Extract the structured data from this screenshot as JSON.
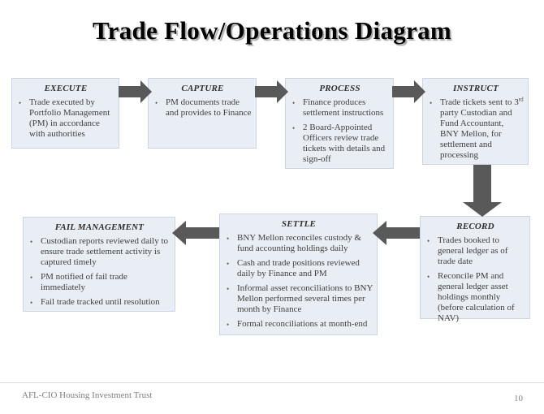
{
  "title": "Trade Flow/Operations Diagram",
  "bullet_char": "•",
  "boxes": [
    {
      "header": "EXECUTE",
      "bullets": [
        "Trade executed by Portfolio Management (PM) in accordance with authorities"
      ]
    },
    {
      "header": "CAPTURE",
      "bullets": [
        "PM documents trade and provides to Finance"
      ]
    },
    {
      "header": "PROCESS",
      "bullets": [
        "Finance produces settlement instructions",
        "2 Board-Appointed Officers review trade tickets with details and sign-off"
      ]
    },
    {
      "header": "INSTRUCT",
      "bullets": [
        {
          "pre": "Trade tickets sent to 3",
          "sup": "rd",
          "post": " party Custodian and Fund Accountant, BNY Mellon, for settlement and processing"
        }
      ]
    },
    {
      "header": "RECORD",
      "bullets": [
        "Trades booked to general ledger as of trade date",
        "Reconcile PM and general ledger asset holdings monthly (before calculation of NAV)"
      ]
    },
    {
      "header": "SETTLE",
      "bullets": [
        "BNY Mellon reconciles custody & fund accounting holdings daily",
        "Cash and trade positions reviewed daily by Finance and PM",
        "Informal asset reconciliations to BNY Mellon performed several times per month by Finance",
        "Formal reconciliations at month-end"
      ]
    },
    {
      "header": "FAIL MANAGEMENT",
      "bullets": [
        "Custodian reports reviewed daily to ensure trade settlement activity is captured timely",
        "PM notified of fail trade immediately",
        "Fail trade tracked until resolution"
      ]
    }
  ],
  "flow_arrows": [
    "EXECUTE to CAPTURE",
    "CAPTURE to PROCESS",
    "PROCESS to INSTRUCT",
    "INSTRUCT down to RECORD",
    "RECORD to SETTLE",
    "SETTLE to FAIL MANAGEMENT"
  ],
  "footer": {
    "left": "AFL-CIO Housing Investment Trust",
    "page_number": "10"
  },
  "colors": {
    "box_fill": "#e9edf4",
    "box_border": "#ccd5e3",
    "arrow": "#595959",
    "body_text": "#3f3f3f",
    "footer_text": "#7f7f7f"
  }
}
